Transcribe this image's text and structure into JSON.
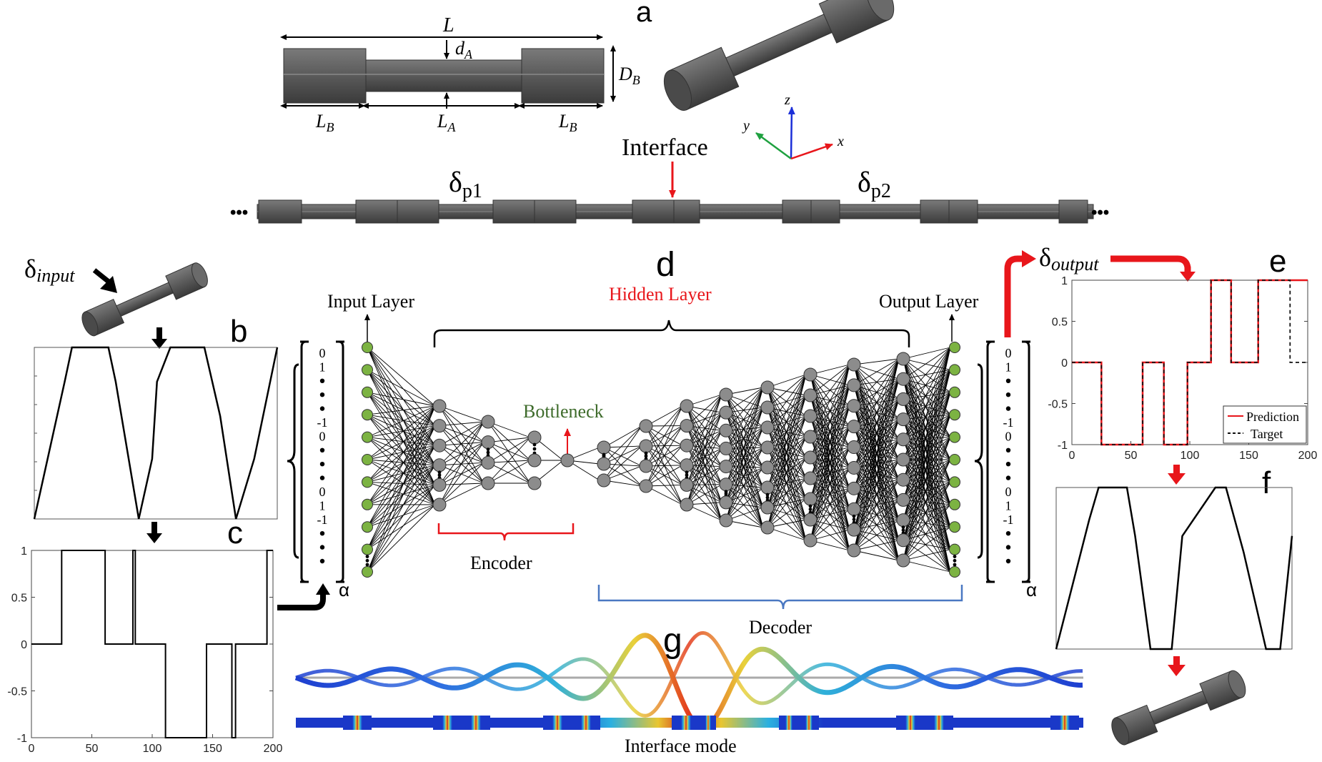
{
  "panel_letters": [
    "a",
    "b",
    "c",
    "d",
    "e",
    "f",
    "g"
  ],
  "panel_a": {
    "dim_L": "L",
    "dim_dA": "d",
    "dim_dA_sub": "A",
    "dim_DB": "D",
    "dim_DB_sub": "B",
    "dim_LB": "L",
    "dim_LB_sub": "B",
    "dim_LA": "L",
    "dim_LA_sub": "A",
    "axis_x": "x",
    "axis_y": "y",
    "axis_z": "z",
    "interface_label": "Interface",
    "delta_p1": "δ",
    "delta_p1_sub": "p1",
    "delta_p2": "δ",
    "delta_p2_sub": "p2",
    "ellipsis": "•••"
  },
  "input_label": {
    "delta": "δ",
    "sub": "input"
  },
  "output_label": {
    "delta": "δ",
    "sub": "output"
  },
  "network": {
    "input_layer": "Input Layer",
    "hidden_layer": "Hidden Layer",
    "output_layer": "Output Layer",
    "bottleneck": "Bottleneck",
    "encoder": "Encoder",
    "decoder": "Decoder",
    "alpha": "α",
    "vector_input": [
      "0",
      "1",
      "•",
      "•",
      "•",
      "-1",
      "0",
      "•",
      "•",
      "•",
      "0",
      "1",
      "-1",
      "•",
      "•",
      "•"
    ],
    "vector_output": [
      "0",
      "1",
      "•",
      "•",
      "•",
      "-1",
      "0",
      "•",
      "•",
      "•",
      "0",
      "1",
      "-1",
      "•",
      "•",
      "•"
    ]
  },
  "panel_g": {
    "caption": "Interface mode"
  },
  "colors": {
    "accent_red": "#e8161b",
    "network_green": "#7cb342",
    "network_gray": "#8c8c8c",
    "bottleneck_green": "#3e6b2b",
    "decoder_blue": "#4a78c2"
  },
  "chart_data": [
    {
      "panel": "c",
      "type": "line",
      "x": [
        0,
        25,
        25,
        61,
        61,
        84,
        84,
        86,
        86,
        111,
        111,
        145,
        145,
        166,
        166,
        169,
        169,
        195,
        195,
        200
      ],
      "values": [
        0,
        0,
        1,
        1,
        0,
        0,
        1,
        1,
        0,
        0,
        -1,
        -1,
        0,
        0,
        -1,
        -1,
        0,
        0,
        1,
        1
      ],
      "xlim": [
        0,
        200
      ],
      "ylim": [
        -1,
        1
      ],
      "xticks": [
        "0",
        "50",
        "100",
        "150",
        "200"
      ],
      "yticks": [
        "1",
        "0.5",
        "0",
        "-0.5",
        "-1"
      ]
    },
    {
      "panel": "e",
      "type": "line",
      "legend": "bottom-right",
      "xlim": [
        0,
        200
      ],
      "ylim": [
        -1,
        1
      ],
      "xticks": [
        "0",
        "50",
        "100",
        "150",
        "200"
      ],
      "yticks": [
        "1",
        "0.5",
        "0",
        "-0.5",
        "-1"
      ],
      "series": [
        {
          "name": "Prediction",
          "color": "#e8161b",
          "x": [
            0,
            25,
            25,
            60,
            60,
            78,
            78,
            98,
            98,
            118,
            118,
            135,
            135,
            158,
            158,
            200
          ],
          "values": [
            0,
            0,
            -1,
            -1,
            0,
            0,
            -1,
            -1,
            0,
            0,
            1,
            1,
            0,
            0,
            1,
            1
          ]
        },
        {
          "name": "Target",
          "color": "#111111",
          "x": [
            0,
            25,
            25,
            60,
            60,
            78,
            78,
            98,
            98,
            118,
            118,
            135,
            135,
            158,
            158,
            185,
            185,
            200
          ],
          "values": [
            0,
            0,
            -1,
            -1,
            0,
            0,
            -1,
            -1,
            0,
            0,
            1,
            1,
            0,
            0,
            1,
            1,
            0,
            0
          ]
        }
      ]
    },
    {
      "panel": "b",
      "type": "line",
      "xlim": [
        0,
        200
      ],
      "ylim": [
        -1,
        1
      ],
      "x": [
        0,
        25,
        31,
        61,
        67,
        86,
        97,
        101,
        112,
        140,
        153,
        166,
        181,
        200
      ],
      "values": [
        -1,
        0.6,
        1,
        1,
        0.6,
        -1,
        -0.3,
        0.6,
        1,
        1,
        0.2,
        -1,
        -0.3,
        1
      ]
    },
    {
      "panel": "f",
      "type": "line",
      "xlim": [
        0,
        200
      ],
      "ylim": [
        -1,
        1
      ],
      "x": [
        0,
        28,
        36,
        60,
        67,
        80,
        98,
        107,
        135,
        144,
        159,
        178,
        190,
        200
      ],
      "values": [
        -1,
        0.6,
        1,
        1,
        0.4,
        -1,
        -1,
        0.4,
        1,
        1,
        0.2,
        -1,
        -1,
        0.4
      ]
    }
  ]
}
